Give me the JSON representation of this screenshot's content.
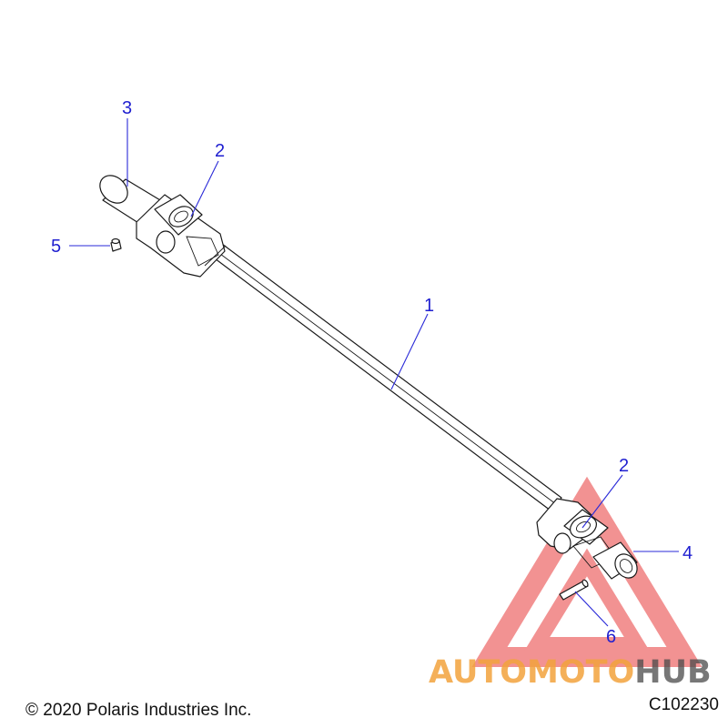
{
  "callouts": {
    "shaft": "1",
    "u_joint_upper": "2",
    "u_joint_lower": "2",
    "yoke_upper": "3",
    "yoke_lower": "4",
    "grease_fitting": "5",
    "roll_pin": "6"
  },
  "footer": {
    "copyright": "© 2020 Polaris Industries Inc.",
    "drawing_code": "C102230"
  },
  "watermark": {
    "part1": "AUTOMOTO",
    "part2": "HUB",
    "colors": {
      "triangle": "#e83a3a",
      "text_primary": "#f2a23c",
      "text_secondary": "#4a4a4a"
    }
  },
  "colors": {
    "callout": "#1f1fd0",
    "outline": "#1a1a1a"
  }
}
